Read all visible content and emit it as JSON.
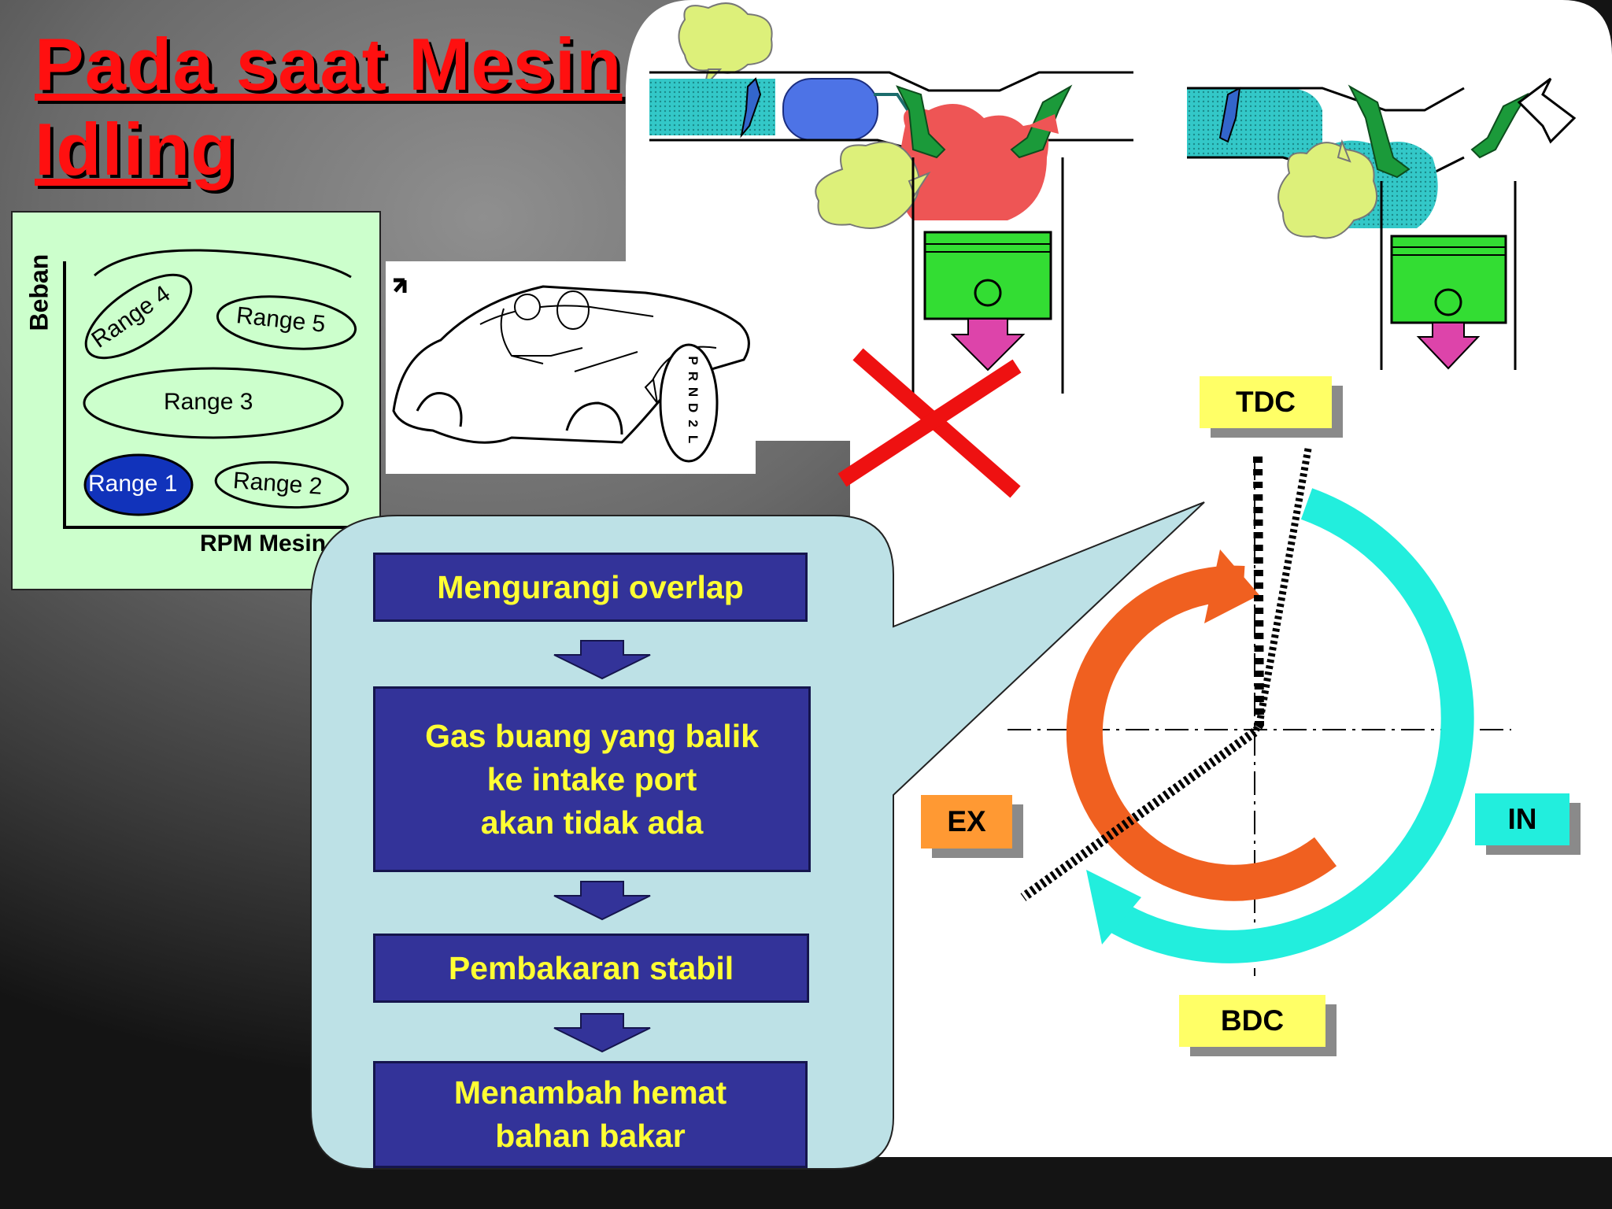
{
  "title": {
    "line1": "Pada saat Mesin",
    "line2": "Idling"
  },
  "range_chart": {
    "y_label": "Beban",
    "x_label": "RPM Mesin",
    "ranges": [
      "Range 1",
      "Range 2",
      "Range 3",
      "Range 4",
      "Range 5"
    ],
    "highlighted": "Range 1",
    "highlight_color": "#1133bb"
  },
  "gear_selector": [
    "P",
    "R",
    "N",
    "D",
    "2",
    "L"
  ],
  "flow": [
    "Mengurangi overlap",
    "Gas buang yang balik\nke intake port\nakan tidak ada",
    "Pembakaran stabil",
    "Menambah hemat\nbahan bakar"
  ],
  "timing": {
    "top": "TDC",
    "bottom": "BDC",
    "left": "EX",
    "right": "IN",
    "colors": {
      "ex": "#ff9933",
      "in": "#22eedd",
      "tdc": "#ffff66",
      "bdc": "#ffff66",
      "cross": "#ee1111"
    }
  }
}
